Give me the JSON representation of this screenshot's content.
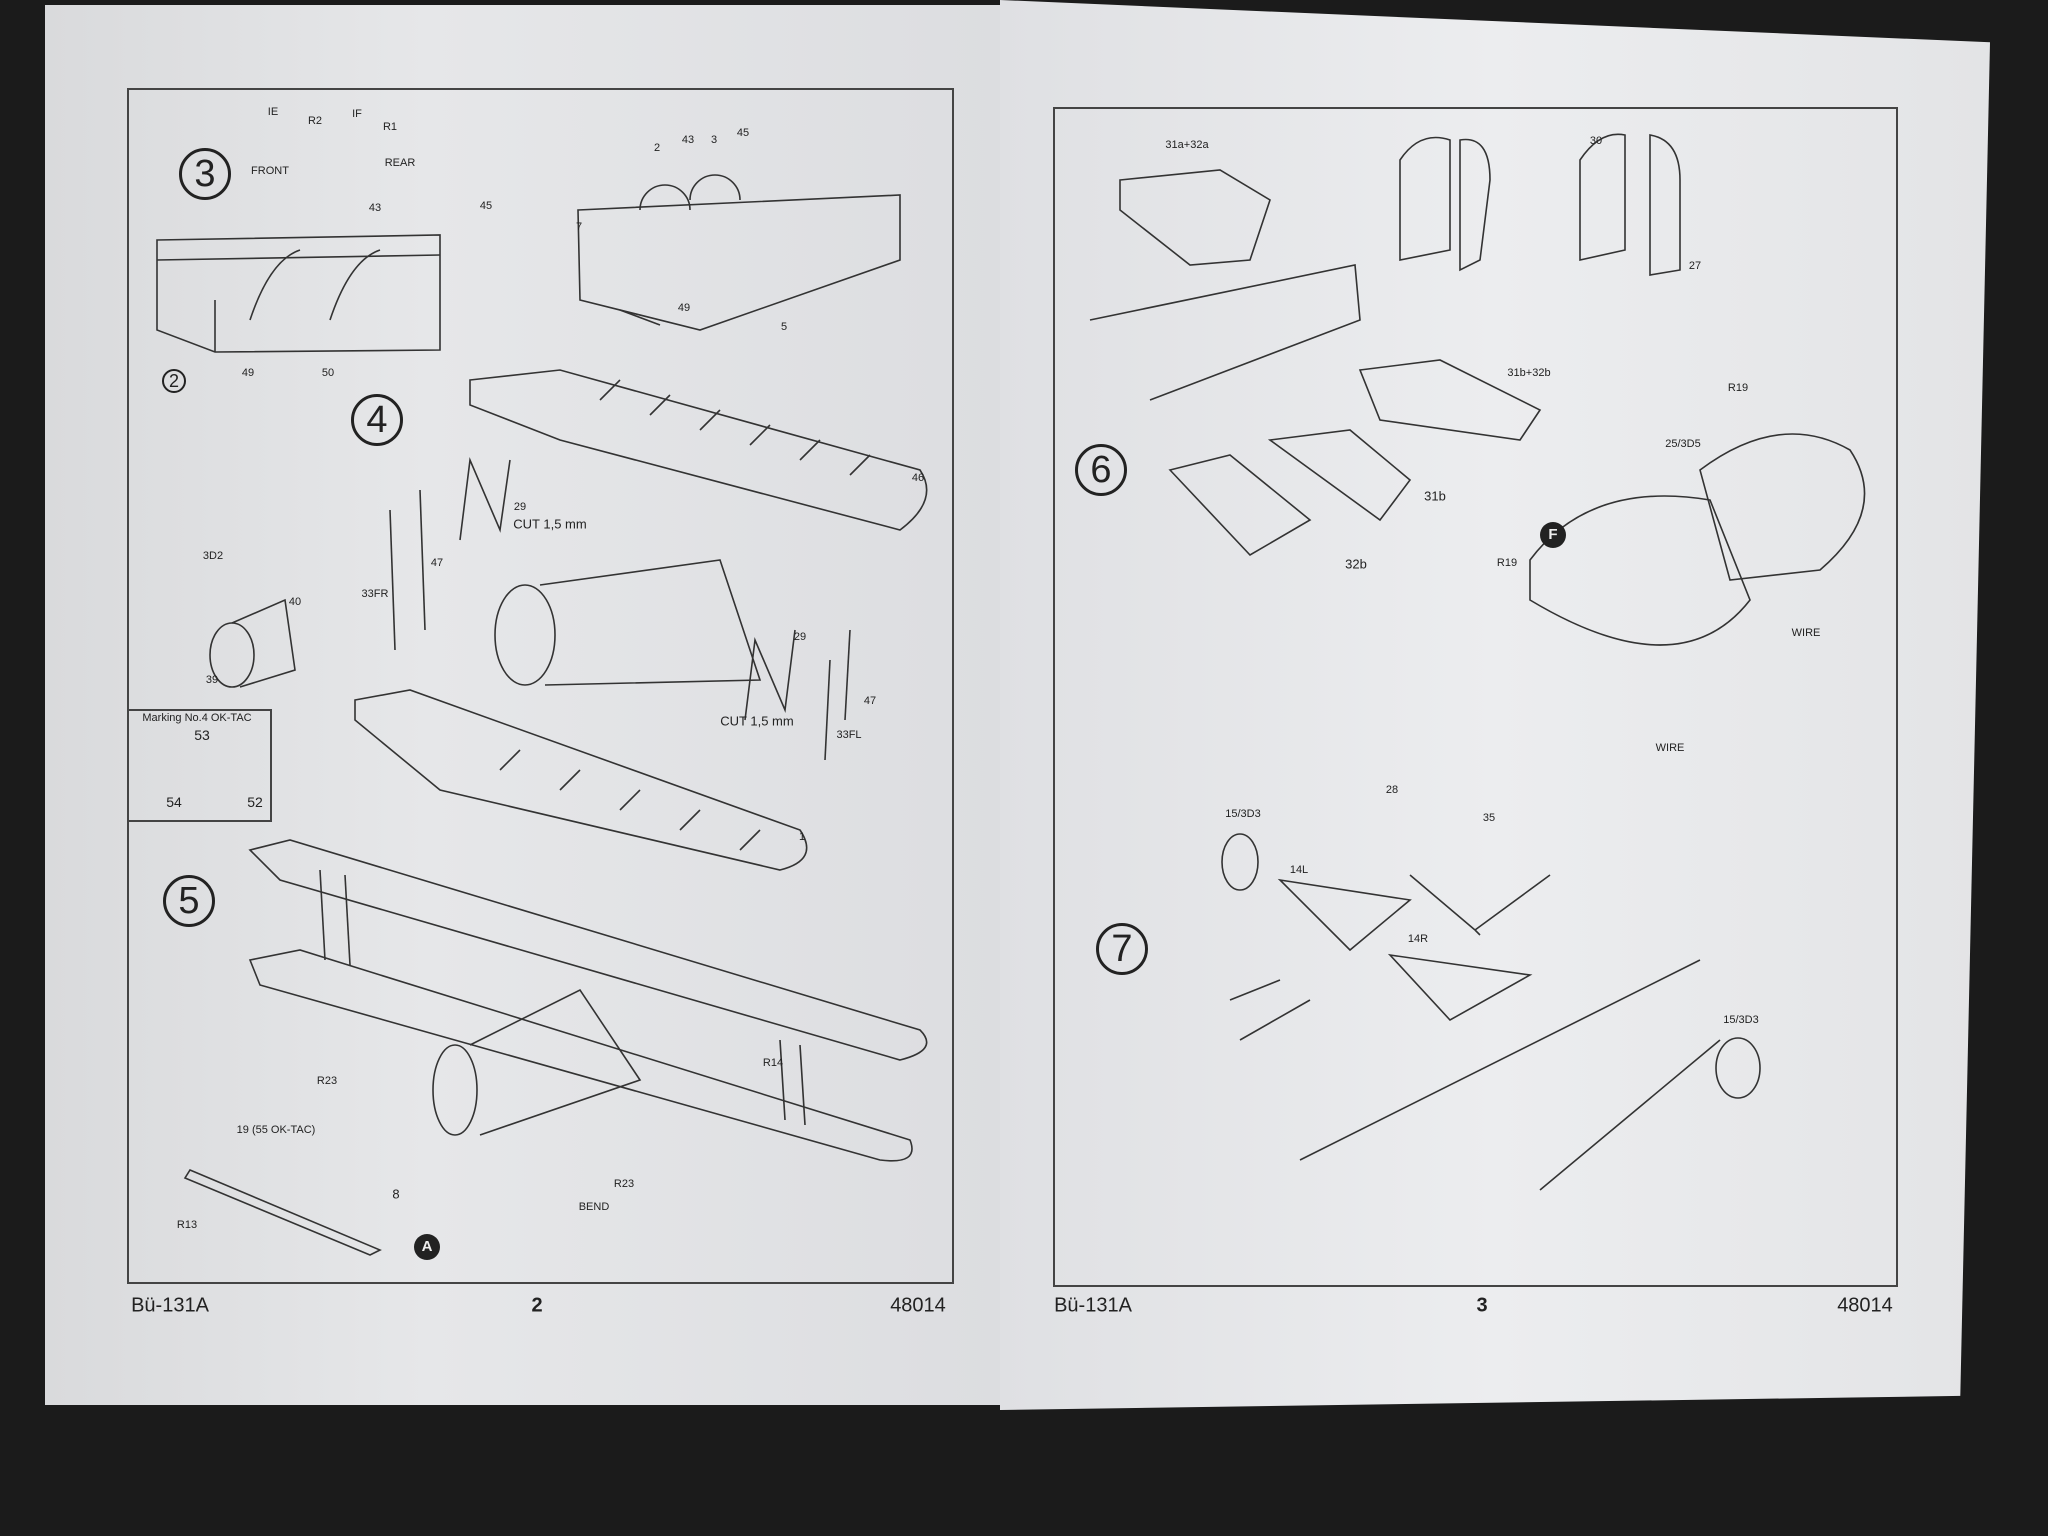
{
  "left_page": {
    "step3": {
      "number": "3",
      "labels": {
        "ie": "IE",
        "r2": "R2",
        "if": "IF",
        "r1": "R1",
        "front": "FRONT",
        "rear": "REAR",
        "p43": "43",
        "p45": "45",
        "sub2": "2",
        "p49": "49",
        "p50": "50"
      },
      "cockpit_labels": {
        "p2": "2",
        "p43": "43",
        "p3": "3",
        "p45": "45",
        "p7": "7",
        "p49": "49",
        "p5": "5"
      }
    },
    "step4": {
      "number": "4",
      "labels": {
        "p46": "46",
        "p29a": "29",
        "cut_a": "CUT 1,5 mm",
        "p3d2": "3D2",
        "p40": "40",
        "p33fr": "33FR",
        "p47a": "47",
        "p39": "39",
        "p29b": "29",
        "cut_b": "CUT 1,5 mm",
        "p47b": "47",
        "p33fl": "33FL",
        "p1": "1"
      },
      "marking": {
        "title": "Marking No.4 OK-TAC",
        "p53": "53",
        "p54": "54",
        "p52": "52"
      }
    },
    "step5": {
      "number": "5",
      "labels": {
        "r14": "R14",
        "r23a": "R23",
        "p19": "19 (55 OK-TAC)",
        "p8": "8",
        "r13": "R13",
        "a": "A",
        "r23b": "R23",
        "bend": "BEND"
      }
    },
    "footer": {
      "model": "Bü-131A",
      "page": "2",
      "code": "48014"
    }
  },
  "right_page": {
    "step6": {
      "number": "6",
      "labels": {
        "p31a32a": "31a+32a",
        "p30": "30",
        "p27": "27",
        "p31b32b": "31b+32b",
        "p31b": "31b",
        "p32b": "32b",
        "r19a": "R19",
        "p25": "25/3D5",
        "f": "F",
        "r19b": "R19",
        "wire_a": "WIRE",
        "wire_b": "WIRE"
      }
    },
    "step7": {
      "number": "7",
      "labels": {
        "p28": "28",
        "p35": "35",
        "p15a": "15/3D3",
        "p14l": "14L",
        "p14r": "14R",
        "p15b": "15/3D3"
      }
    },
    "footer": {
      "model": "Bü-131A",
      "page": "3",
      "code": "48014"
    }
  }
}
